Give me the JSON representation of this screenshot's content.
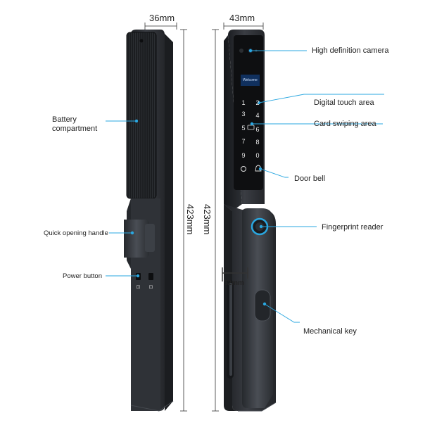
{
  "dimensions": {
    "left_width": "36mm",
    "right_width": "43mm",
    "left_height": "423mm",
    "right_height": "423mm",
    "handle_depth": "52mm"
  },
  "callouts": {
    "battery": "Battery compartment",
    "handle": "Quick opening handle",
    "power": "Power button",
    "camera": "High definition camera",
    "touch": "Digital touch area",
    "card": "Card swiping area",
    "bell": "Door bell",
    "fingerprint": "Fingerprint reader",
    "key": "Mechanical key"
  },
  "keypad": {
    "screen_text": "Welcome",
    "keys": [
      "1",
      "2",
      "3",
      "4",
      "5",
      "6",
      "7",
      "8",
      "9",
      "0"
    ]
  },
  "colors": {
    "accent": "#2aa7e0",
    "body": "#2e3136",
    "panel": "#0e0f11"
  }
}
